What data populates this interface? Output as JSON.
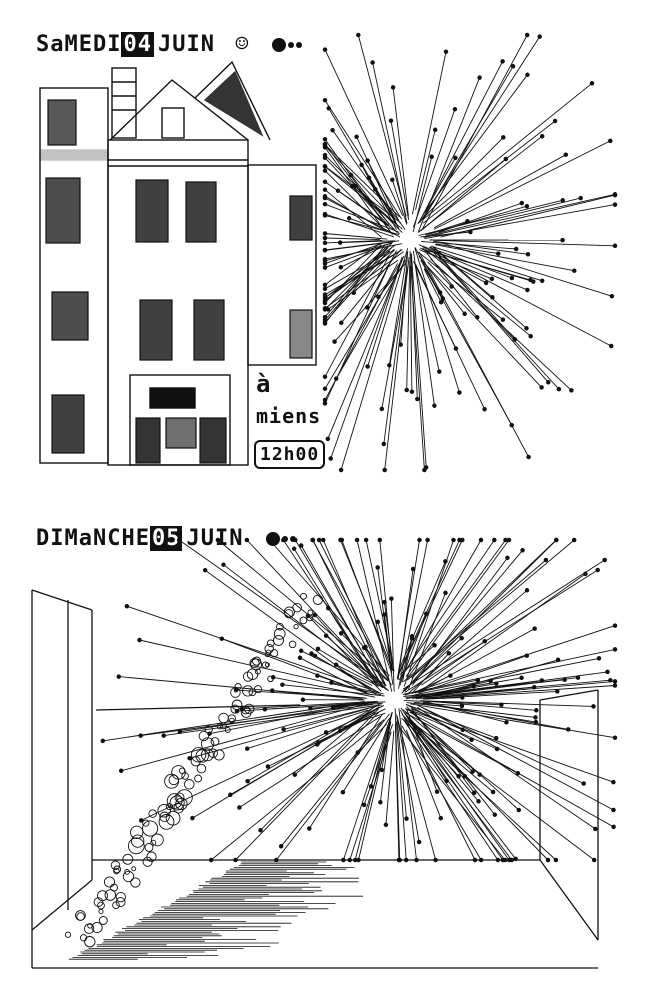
{
  "day1": {
    "weekday": "SaMEDI",
    "daynum": "04",
    "month": "JUIN",
    "place_line1": "à",
    "place_line2": "miens",
    "time": "12h00"
  },
  "day2": {
    "weekday": "DIMaNCHE",
    "daynum": "05",
    "month": "JUIN"
  },
  "style": {
    "ink": "#111111",
    "paper": "#ffffff"
  }
}
